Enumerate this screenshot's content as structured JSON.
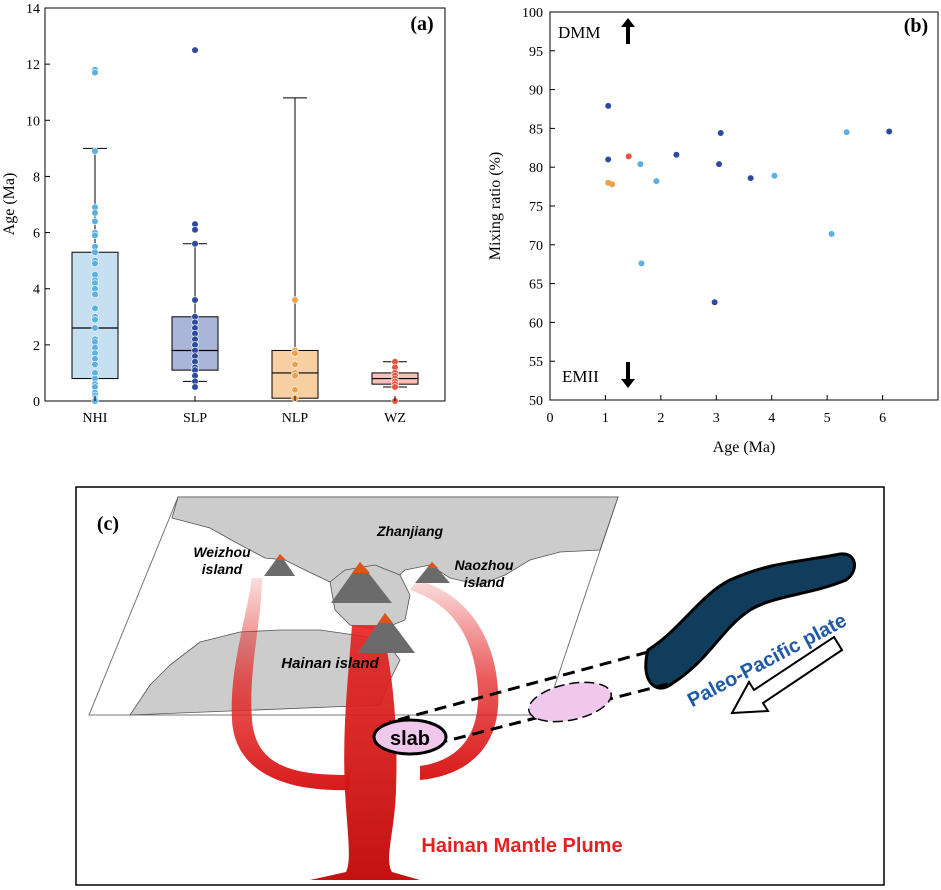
{
  "chart_data": [
    {
      "type": "box",
      "panel_label": "(a)",
      "ylabel": "Age (Ma)",
      "ylim": [
        0,
        14
      ],
      "yticks": [
        0,
        2,
        4,
        6,
        8,
        10,
        12,
        14
      ],
      "categories": [
        "NHI",
        "SLP",
        "NLP",
        "WZ"
      ],
      "colors": {
        "NHI": {
          "fill": "#c6dff1",
          "point": "#5ab0e0"
        },
        "SLP": {
          "fill": "#aab6d9",
          "point": "#2e4a9e"
        },
        "NLP": {
          "fill": "#f8cfa3",
          "point": "#f0a04a"
        },
        "WZ": {
          "fill": "#f6c2b7",
          "point": "#e8543c"
        }
      },
      "boxes": [
        {
          "category": "NHI",
          "min": 0,
          "q1": 0.8,
          "median": 2.6,
          "q3": 5.3,
          "max": 9.0,
          "points": [
            11.8,
            11.7,
            8.9,
            6.9,
            6.7,
            6.4,
            6.0,
            5.9,
            5.5,
            5.3,
            5.0,
            4.9,
            4.5,
            4.3,
            4.2,
            4.0,
            3.8,
            3.3,
            3.0,
            2.9,
            2.6,
            2.2,
            2.1,
            1.9,
            1.7,
            1.5,
            1.3,
            1.0,
            0.8,
            0.6,
            0.5,
            0.3,
            0.2,
            0.1,
            0.05,
            0.0
          ]
        },
        {
          "category": "SLP",
          "min": 0.7,
          "q1": 1.1,
          "median": 1.8,
          "q3": 3.0,
          "max": 5.6,
          "points": [
            12.5,
            6.3,
            6.1,
            5.6,
            3.6,
            3.0,
            2.8,
            2.6,
            2.4,
            2.2,
            2.0,
            1.8,
            1.6,
            1.4,
            1.2,
            1.1,
            0.9,
            0.7,
            0.5
          ]
        },
        {
          "category": "NLP",
          "min": 0,
          "q1": 0.1,
          "median": 1.0,
          "q3": 1.8,
          "max": 10.8,
          "points": [
            3.6,
            1.8,
            1.7,
            1.3,
            1.0,
            0.9,
            0.4,
            0.1
          ]
        },
        {
          "category": "WZ",
          "min": 0.5,
          "q1": 0.6,
          "median": 0.8,
          "q3": 1.0,
          "max": 1.4,
          "points": [
            1.4,
            1.2,
            1.0,
            0.9,
            0.8,
            0.7,
            0.6,
            0.5,
            0.0
          ]
        }
      ]
    },
    {
      "type": "scatter",
      "panel_label": "(b)",
      "xlabel": "Age (Ma)",
      "ylabel": "Mixing ratio (%)",
      "xlim": [
        0,
        7
      ],
      "ylim": [
        50,
        100
      ],
      "xticks": [
        0,
        1,
        2,
        3,
        4,
        5,
        6
      ],
      "yticks": [
        50,
        55,
        60,
        65,
        70,
        75,
        80,
        85,
        90,
        95,
        100
      ],
      "annotations": {
        "top": "DMM",
        "bottom": "EMII"
      },
      "points": [
        {
          "x": 1.05,
          "y": 87.9,
          "color": "#2e4a9e"
        },
        {
          "x": 1.05,
          "y": 81.0,
          "color": "#2e4a9e"
        },
        {
          "x": 1.05,
          "y": 78.0,
          "color": "#f0a04a"
        },
        {
          "x": 1.12,
          "y": 77.8,
          "color": "#f0a04a"
        },
        {
          "x": 1.42,
          "y": 81.4,
          "color": "#e8543c"
        },
        {
          "x": 1.63,
          "y": 80.4,
          "color": "#5ab0e0"
        },
        {
          "x": 1.65,
          "y": 67.6,
          "color": "#5ab0e0"
        },
        {
          "x": 1.92,
          "y": 78.2,
          "color": "#5ab0e0"
        },
        {
          "x": 2.28,
          "y": 81.6,
          "color": "#2e4a9e"
        },
        {
          "x": 2.97,
          "y": 62.6,
          "color": "#2e4a9e"
        },
        {
          "x": 3.05,
          "y": 80.4,
          "color": "#2e4a9e"
        },
        {
          "x": 3.08,
          "y": 84.4,
          "color": "#2e4a9e"
        },
        {
          "x": 3.62,
          "y": 78.6,
          "color": "#2e4a9e"
        },
        {
          "x": 4.05,
          "y": 78.9,
          "color": "#5ab0e0"
        },
        {
          "x": 5.08,
          "y": 71.4,
          "color": "#5ab0e0"
        },
        {
          "x": 5.35,
          "y": 84.5,
          "color": "#5ab0e0"
        },
        {
          "x": 6.12,
          "y": 84.6,
          "color": "#2e4a9e"
        }
      ]
    }
  ],
  "panel_c": {
    "label": "(c)",
    "places": {
      "weizhou": "Weizhou island",
      "zhanjiang": "Zhanjiang",
      "naozhou": "Naozhou island",
      "hainan": "Hainan island"
    },
    "slab": "slab",
    "plate": "Paleo-Pacific plate",
    "plume": "Hainan Mantle Plume",
    "colors": {
      "plume": "#e32222",
      "plate": "#103d5c",
      "slab": "#f0c8ec",
      "plate_text": "#1f5aa6",
      "land": "#cccccc"
    }
  }
}
